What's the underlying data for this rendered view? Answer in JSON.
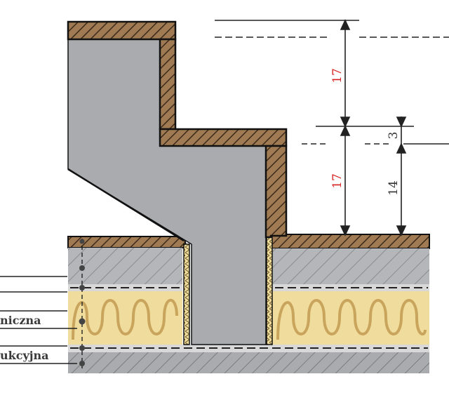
{
  "colors": {
    "concrete": "#a9abae",
    "concrete_light": "#b9bbbe",
    "wood": "#a07a52",
    "wood_hatch": "#3b2a1a",
    "insulation": "#f0dc9c",
    "insulation_wave": "#c9a45c",
    "membrane": "#d8d8d8",
    "dim_red": "#d62020",
    "dim_dark": "#333333",
    "outline": "#111111"
  },
  "dimensions": {
    "upper_riser": "17",
    "lower_riser": "17",
    "finish_offset": "3",
    "structural_riser": "14"
  },
  "layer_labels": [
    {
      "text": "niczna"
    },
    {
      "text": "ukcyjna"
    }
  ]
}
